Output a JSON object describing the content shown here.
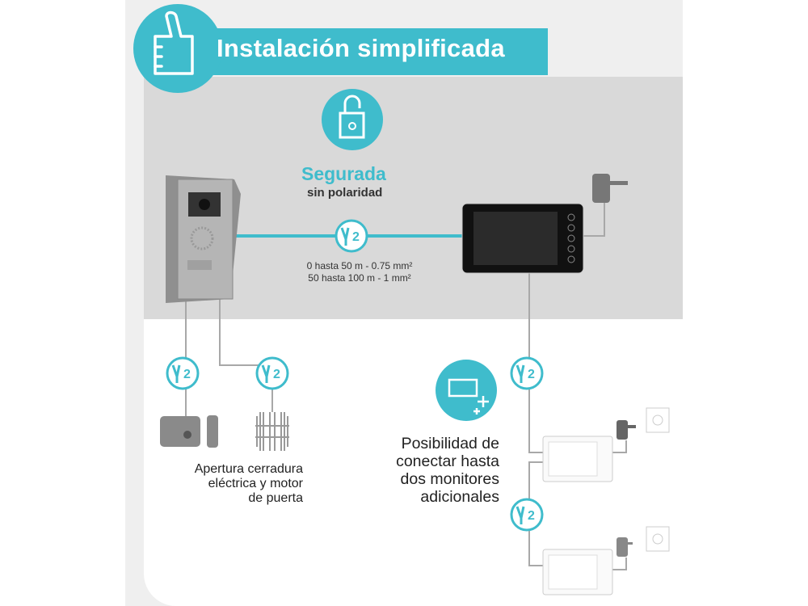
{
  "header": {
    "title": "Instalación simplificada",
    "icon": "thumbs-up-icon"
  },
  "security": {
    "title": "Segurada",
    "subtitle": "sin polaridad",
    "icon": "lock-icon"
  },
  "wiring": {
    "line1": "0 hasta 50 m - 0.75 mm²",
    "line2": "50 hasta 100 m - 1 mm²",
    "wire_count": "2"
  },
  "accessories": {
    "line1": "Apertura cerradura",
    "line2": "eléctrica y motor",
    "line3": "de puerta"
  },
  "monitors": {
    "line1": "Posibilidad de",
    "line2": "conectar hasta",
    "line3": "dos monitores",
    "line4": "adicionales",
    "icon": "add-monitor-icon"
  },
  "colors": {
    "accent": "#3fbccc",
    "panel": "#d9d9d9",
    "wire": "#a8a8a8"
  }
}
